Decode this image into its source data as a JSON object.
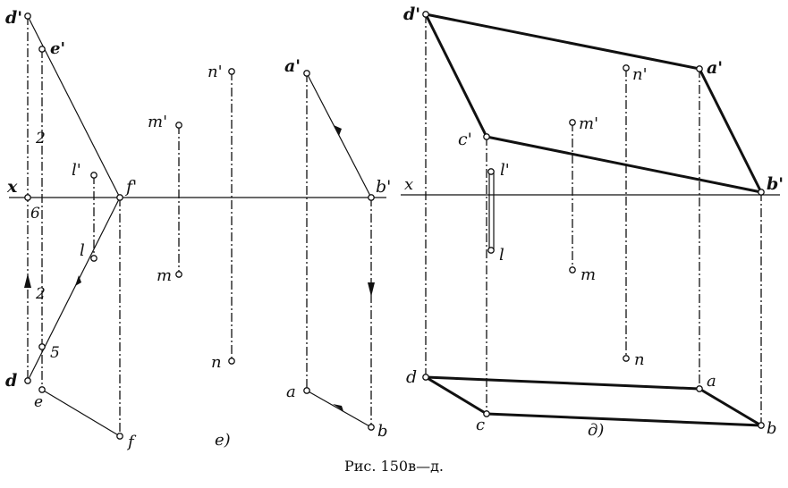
{
  "caption": "Рис. 150в—д.",
  "left_figure": {
    "figure_label": "е)",
    "axis_label": "x",
    "labels": {
      "d_prime": "d'",
      "e_prime": "e'",
      "f_prime": "f'",
      "l_prime": "l'",
      "l": "l",
      "m_prime": "m'",
      "m": "m",
      "n_prime": "n'",
      "n": "n",
      "a_prime": "a'",
      "b_prime": "b'",
      "a": "a",
      "b": "b",
      "d": "d",
      "e": "e",
      "f": "f",
      "mark_6": "6",
      "mark_5": "5",
      "mark_2_top": "2",
      "mark_2_bottom": "2"
    }
  },
  "right_figure": {
    "figure_label": "д)",
    "axis_label": "x",
    "labels": {
      "d_prime": "d'",
      "a_prime": "a'",
      "c_prime": "c'",
      "b_prime": "b'",
      "n_prime": "n'",
      "n": "n",
      "m_prime": "m'",
      "m": "m",
      "l_prime": "l'",
      "l": "l",
      "d": "d",
      "a": "a",
      "c": "c",
      "b": "b"
    }
  }
}
